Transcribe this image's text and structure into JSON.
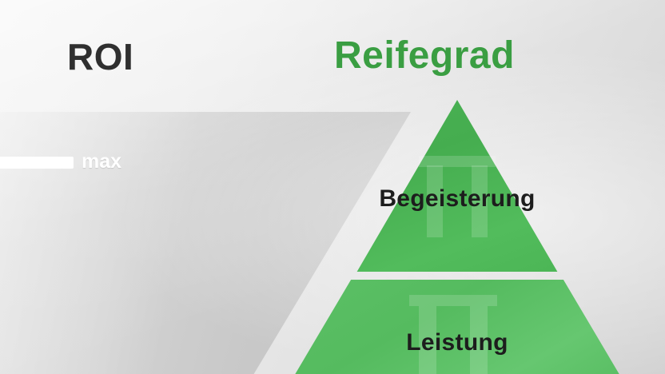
{
  "slide": {
    "heading_left": "ROI",
    "heading_right": "Reifegrad",
    "roi_scale_max_label": "max",
    "pyramid": {
      "levels": [
        {
          "label": "Begeisterung",
          "tier": "top"
        },
        {
          "label": "Leistung",
          "tier": "middle"
        }
      ]
    },
    "colors": {
      "accent_green": "#3a9e42",
      "pyramid_top": "#4cb356",
      "pyramid_bottom": "#5cc066",
      "heading_dark": "#2f2f2f",
      "wedge_grey": "#d2d2d2",
      "bar_white": "#ffffff"
    }
  }
}
